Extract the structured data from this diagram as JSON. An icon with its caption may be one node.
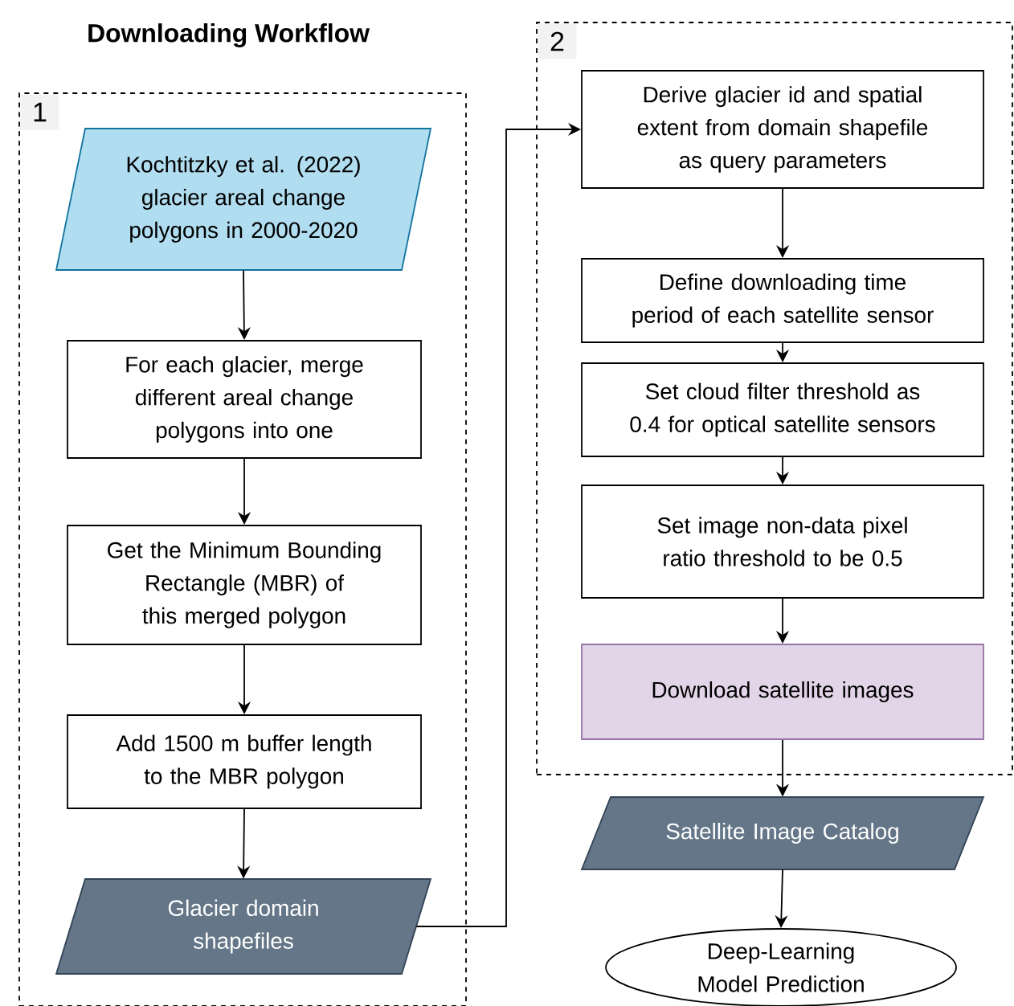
{
  "diagram": {
    "title": "Downloading Workflow",
    "nodes": [
      {
        "text": [
          "1"
        ]
      },
      {
        "text": [
          "Kochtitzky et al. (2022) glacier areal change polygons in 2000-2020"
        ],
        "in": 0
      },
      {
        "text": [
          "For each glacier, merge different areal change polygons into one"
        ],
        "in": 0
      },
      {
        "text": [
          "Get the Minimum Bounding Rectangle (MBR) of this merged polygon"
        ],
        "in": 0
      },
      {
        "text": [
          "Add 1500 m buffer length to the MBR polygon"
        ],
        "in": 0
      },
      {
        "text": [
          "Glacier domain shapefiles"
        ],
        "in": 0
      },
      {
        "text": [
          "2"
        ]
      },
      {
        "text": [
          "Derive glacier id and spatial extent from domain shapefile as query parameters"
        ],
        "in": 6
      },
      {
        "text": [
          "Define downloading time period of each satellite sensor"
        ],
        "in": 6
      },
      {
        "text": [
          "Set cloud filter threshold as 0.4 for optical satellite sensors"
        ],
        "in": 6
      },
      {
        "text": [
          "Set image non-data pixel ratio threshold to be 0.5"
        ],
        "in": 6
      },
      {
        "text": [
          "Download satellite images"
        ],
        "in": 6
      },
      {
        "text": [
          "Satellite Image Catalog"
        ]
      },
      {
        "text": [
          "Deep-Learning Model Prediction"
        ]
      }
    ],
    "edges": [
      {
        "from": 1,
        "to": 2,
        "arrow": "to"
      },
      {
        "from": 2,
        "to": 3,
        "arrow": "to"
      },
      {
        "from": 3,
        "to": 4,
        "arrow": "to"
      },
      {
        "from": 4,
        "to": 5,
        "arrow": "to"
      },
      {
        "from": 5,
        "to": 7,
        "arrow": "to"
      },
      {
        "from": 7,
        "to": 8,
        "arrow": "to"
      },
      {
        "from": 8,
        "to": 9,
        "arrow": "to"
      },
      {
        "from": 9,
        "to": 10,
        "arrow": "to"
      },
      {
        "from": 10,
        "to": 11,
        "arrow": "to"
      },
      {
        "from": 11,
        "to": 12,
        "arrow": "to"
      },
      {
        "from": 12,
        "to": 13,
        "arrow": "to"
      }
    ]
  }
}
